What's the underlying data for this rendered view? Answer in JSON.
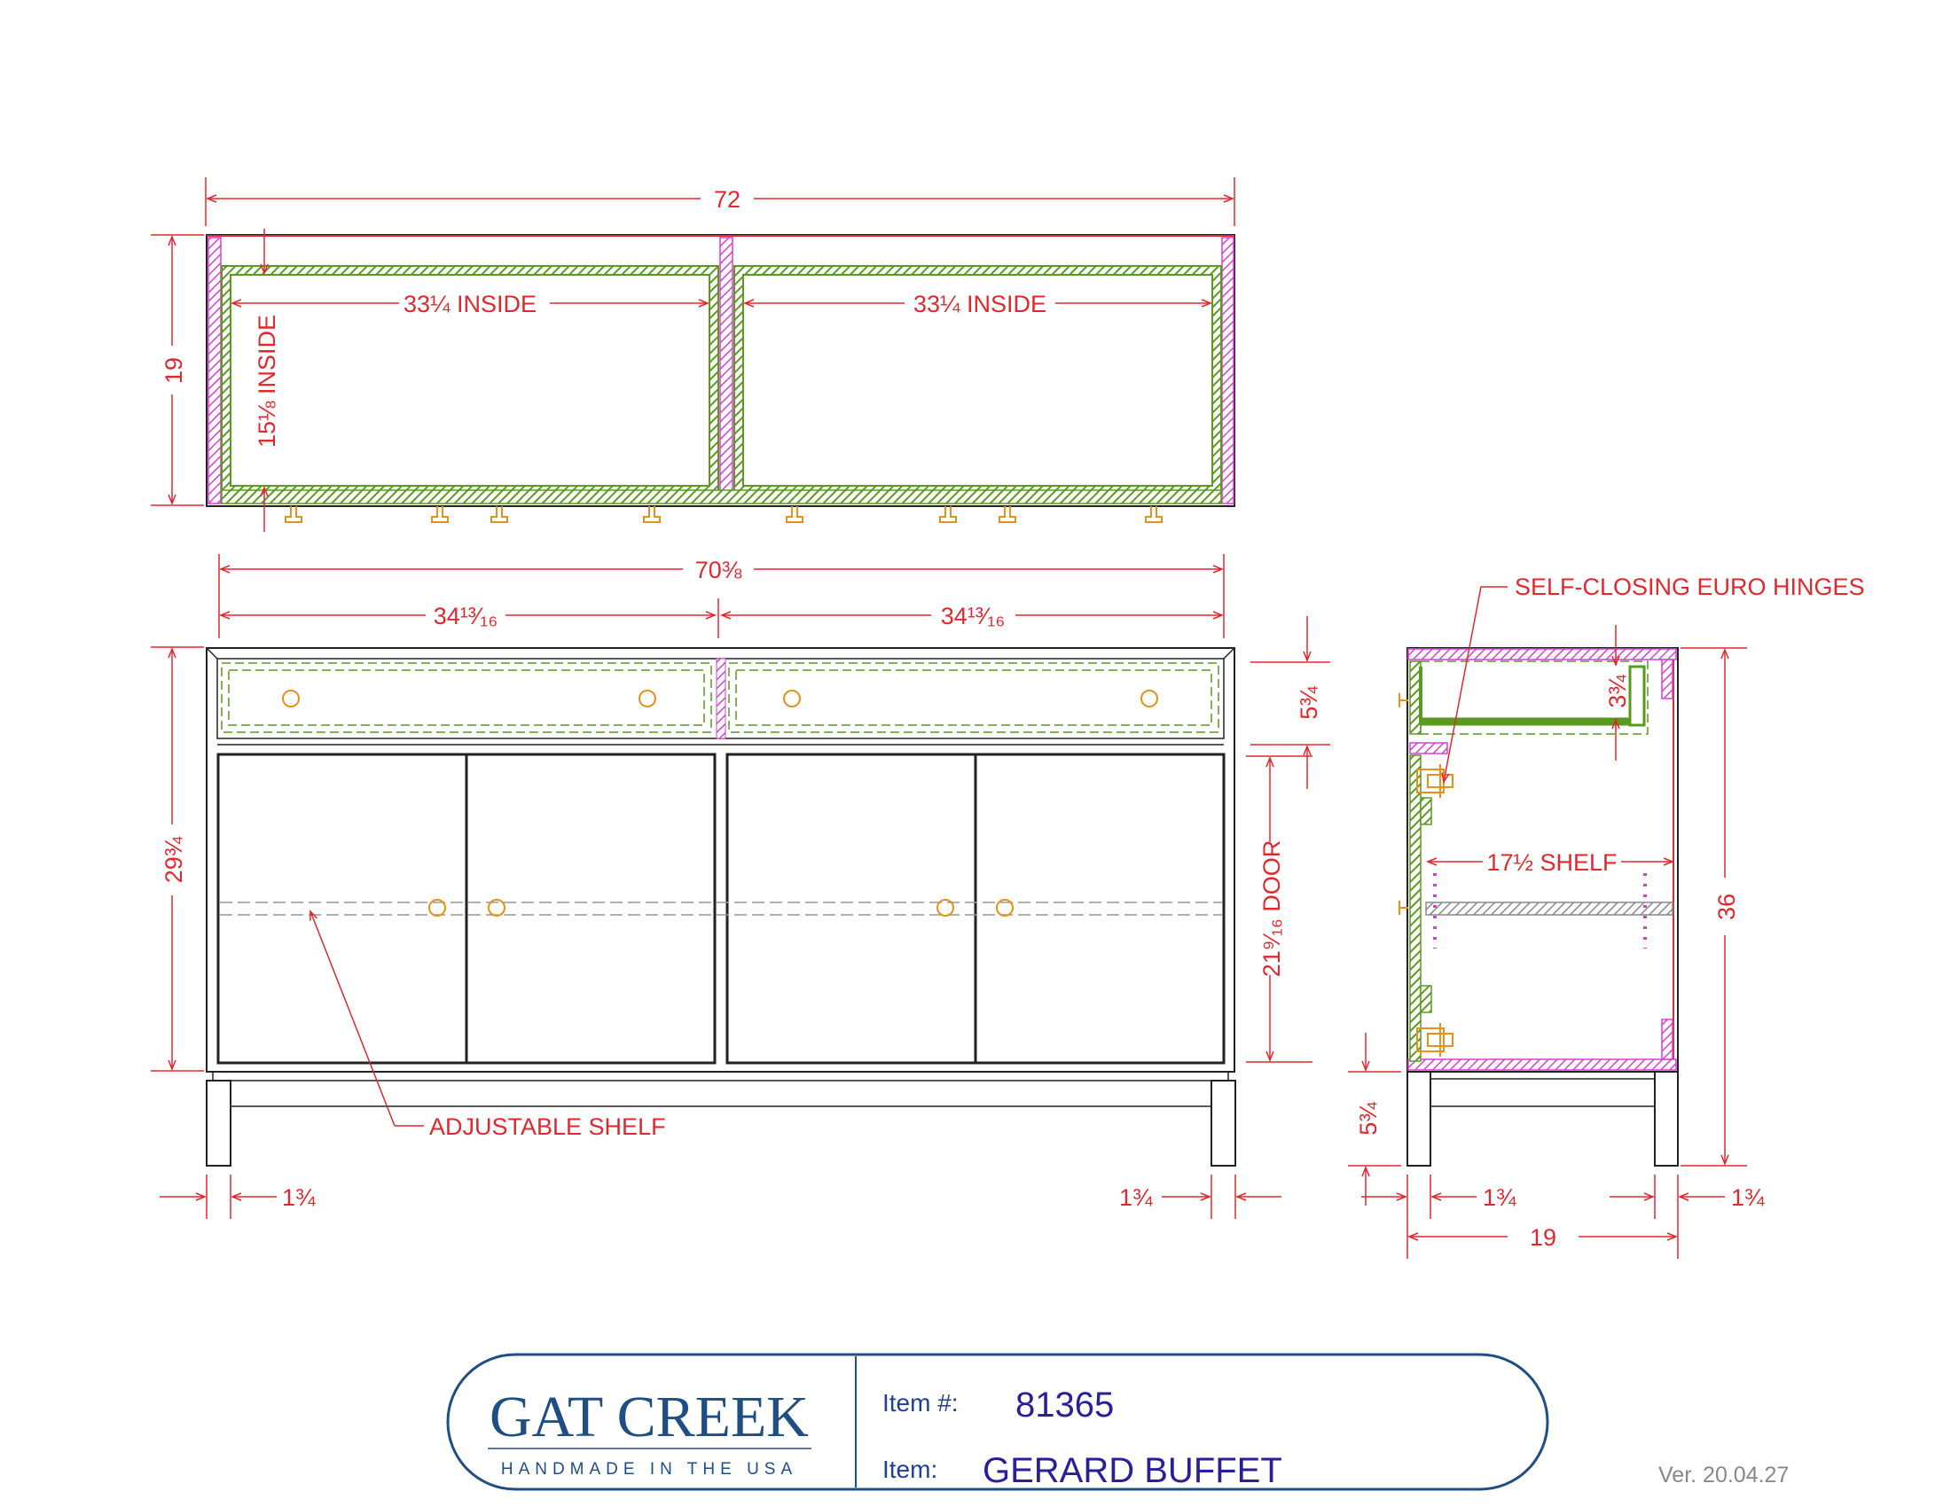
{
  "drawing": {
    "top_view": {
      "overall_width": "72",
      "depth": "19",
      "inside_left": "33¼ INSIDE",
      "inside_right": "33¼ INSIDE",
      "inside_depth": "15⅛ INSIDE"
    },
    "front_view": {
      "case_width": "70⅜",
      "drawer_left": "34¹³⁄₁₆",
      "drawer_right": "34¹³⁄₁₆",
      "case_height": "29¾",
      "drawer_height": "5¾",
      "door_height": "21⁹⁄₁₆ DOOR",
      "leg_left": "1¾",
      "leg_right": "1¾",
      "shelf_callout": "ADJUSTABLE SHELF"
    },
    "side_view": {
      "hinge_callout": "SELF-CLOSING EURO HINGES",
      "drawer_inside": "3¾",
      "shelf_depth": "17½ SHELF",
      "overall_height": "36",
      "base_height": "5¾",
      "depth": "19",
      "leg_left": "1¾",
      "leg_right": "1¾"
    }
  },
  "title_block": {
    "logo": "GAT CREEK",
    "tagline": "HANDMADE IN THE USA",
    "item_number_label": "Item #:",
    "item_number": "81365",
    "item_label": "Item:",
    "item_name": "GERARD BUFFET"
  },
  "version": "Ver. 20.04.27",
  "colors": {
    "dimension": "#e0282e",
    "plywood": "#5a9a1e",
    "solid_wood": "#d63fd6",
    "hardware": "#e8901a",
    "brand": "#1f4e85"
  }
}
